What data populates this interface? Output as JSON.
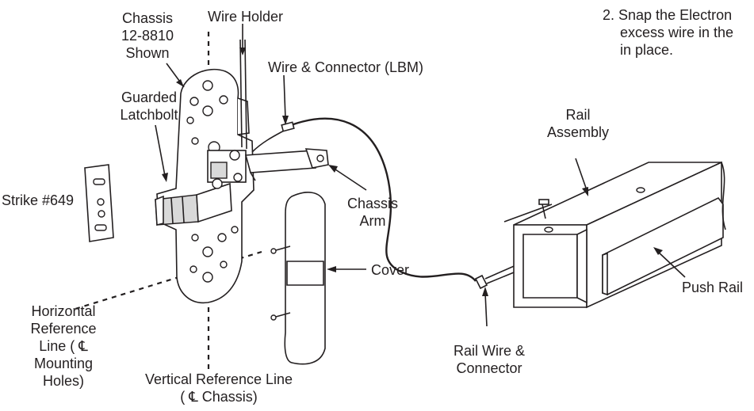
{
  "instruction": {
    "line1": "2. Snap the Electron",
    "line2": "excess wire in the",
    "line3": "in place."
  },
  "labels": {
    "chassis": [
      "Chassis",
      "12-8810",
      "Shown"
    ],
    "wire_holder": "Wire Holder",
    "wire_connector_lbm": "Wire & Connector (LBM)",
    "guarded_latchbolt": [
      "Guarded",
      "Latchbolt"
    ],
    "strike": "Strike #649",
    "chassis_arm": [
      "Chassis",
      "Arm"
    ],
    "cover": "Cover",
    "horizontal_ref": [
      "Horizontal",
      "Reference",
      "Line ( ℄",
      "Mounting",
      "Holes)"
    ],
    "vertical_ref": [
      "Vertical Reference Line",
      "( ℄ Chassis)"
    ],
    "rail_assembly": [
      "Rail",
      "Assembly"
    ],
    "rail_wire": [
      "Rail Wire &",
      "Connector"
    ],
    "push_rail": "Push Rail"
  }
}
